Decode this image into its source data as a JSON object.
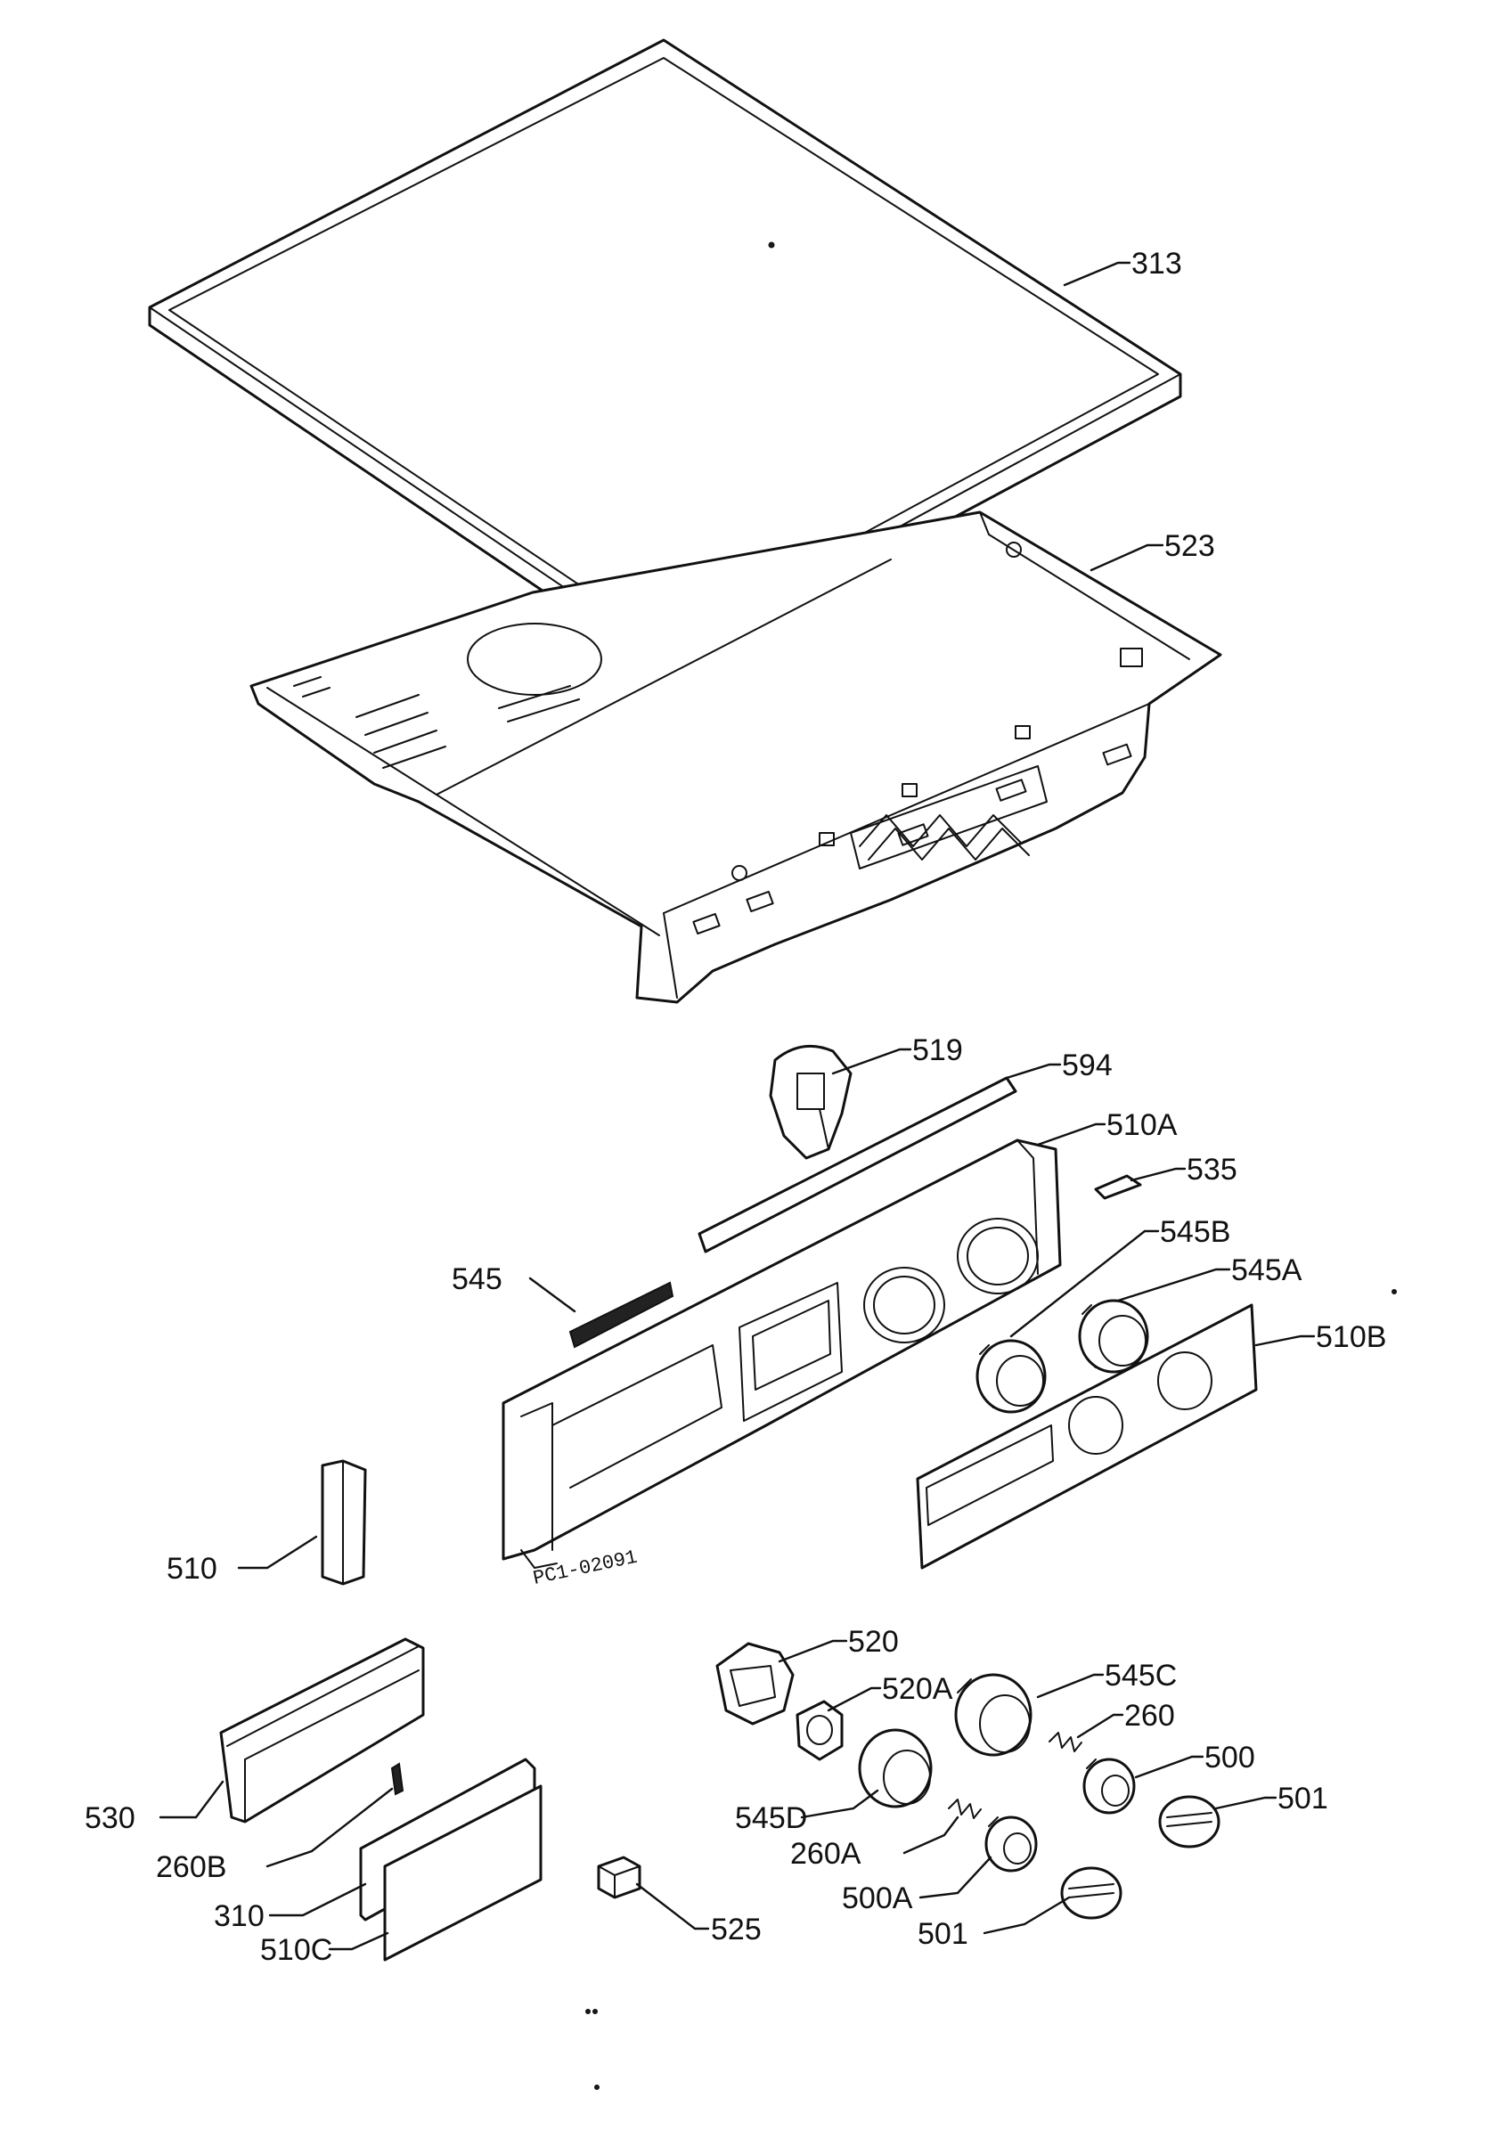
{
  "diagram": {
    "drawing_code": "PC1-02091",
    "ink_color": "#111111",
    "paper_color": "#ffffff",
    "callouts": [
      {
        "id": "313",
        "label": "313"
      },
      {
        "id": "523",
        "label": "523"
      },
      {
        "id": "519",
        "label": "519"
      },
      {
        "id": "594",
        "label": "594"
      },
      {
        "id": "510A",
        "label": "510A"
      },
      {
        "id": "535",
        "label": "535"
      },
      {
        "id": "545B",
        "label": "545B"
      },
      {
        "id": "545",
        "label": "545"
      },
      {
        "id": "545A",
        "label": "545A"
      },
      {
        "id": "510B",
        "label": "510B"
      },
      {
        "id": "510",
        "label": "510"
      },
      {
        "id": "520",
        "label": "520"
      },
      {
        "id": "520A",
        "label": "520A"
      },
      {
        "id": "545C",
        "label": "545C"
      },
      {
        "id": "260",
        "label": "260"
      },
      {
        "id": "500",
        "label": "500"
      },
      {
        "id": "530",
        "label": "530"
      },
      {
        "id": "545D",
        "label": "545D"
      },
      {
        "id": "501-right",
        "label": "501"
      },
      {
        "id": "260A",
        "label": "260A"
      },
      {
        "id": "260B",
        "label": "260B"
      },
      {
        "id": "500A",
        "label": "500A"
      },
      {
        "id": "310",
        "label": "310"
      },
      {
        "id": "501-bottom",
        "label": "501"
      },
      {
        "id": "525",
        "label": "525"
      },
      {
        "id": "510C",
        "label": "510C"
      }
    ]
  }
}
